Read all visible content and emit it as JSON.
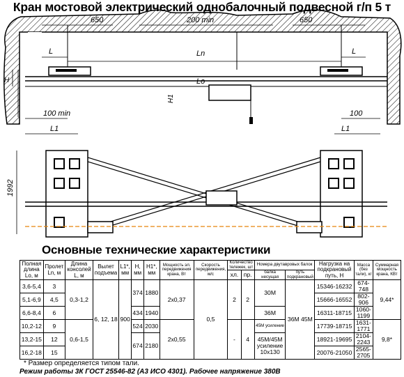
{
  "title": "Кран мостовой электрический однобалочный подвесной г/п 5 т",
  "subtitle": "Основные технические характеристики",
  "drawing": {
    "dim_650_left": "650",
    "dim_200": "200 min",
    "dim_650_right": "650",
    "lbl_L_left": "L",
    "lbl_L_right": "L",
    "lbl_Ln": "Ln",
    "lbl_Lo": "Lo",
    "lbl_H": "H",
    "lbl_H1": "H1",
    "dim_100min": "100 min",
    "dim_100": "100",
    "lbl_L1_left": "L1",
    "lbl_L1_right": "L1",
    "dim_1992": "1992"
  },
  "table": {
    "headers": {
      "lo": "Полная длина Lo, м",
      "ln": "Пролет Ln, м",
      "l": "Длина консолей L, м",
      "lift": "Вылет подъема",
      "l1": "L1*, мм",
      "h": "H, мм",
      "h1": "H1*, мм",
      "power": "Мощность эл. передвижения крана, Вт",
      "speed": "Скорость передвижения, м/с",
      "carts": "Количество тележек, шт",
      "carts_hl": "хл.",
      "carts_pr": "пр.",
      "rail": "Номера двутавровых балок",
      "rail_beam": "балка несущая",
      "rail_track": "путь подкрановый",
      "load": "Нагрузка на подкрановый путь, Н",
      "mass": "Масса (без тали), кг",
      "total": "Суммарная мощность крана, КВт"
    },
    "col_lo": [
      "3,6-5,4",
      "5,1-6,9",
      "6,6-8,4",
      "10,2-12",
      "13,2-15",
      "16,2-18"
    ],
    "col_ln": [
      "3",
      "4,5",
      "6",
      "9",
      "12",
      "15"
    ],
    "col_l": [
      "0,3-1,2",
      "0,6-1,5"
    ],
    "col_lift": "6, 12, 18",
    "col_l1": "900",
    "col_h": [
      "374",
      "434",
      "524",
      "674"
    ],
    "col_h1": [
      "1880",
      "1940",
      "2030",
      "2180"
    ],
    "col_power": [
      "2x0,37",
      "2x0,55"
    ],
    "col_speed": "0,5",
    "col_hl": [
      "2",
      "-"
    ],
    "col_pr": [
      "2",
      "4"
    ],
    "col_beam": [
      "30M",
      "36M",
      "45M усиление",
      "45M/45M усиление 10x130"
    ],
    "col_track": "36M 45M",
    "col_load": [
      "15346-16232",
      "15666-16552",
      "16311-18715",
      "17739-18715",
      "18921-19695",
      "20076-21050"
    ],
    "col_mass": [
      "674-748",
      "802-906",
      "1060-1199",
      "1631-1771",
      "2104-2243",
      "2565-2705"
    ],
    "col_total": [
      "9,44*",
      "9,8*"
    ]
  },
  "footnote": "* Размер определяется типом тали.",
  "footer": "Режим работы 3К  ГОСТ 25546-82 (А3 ИСО 4301). Рабочее напряжение 380В"
}
